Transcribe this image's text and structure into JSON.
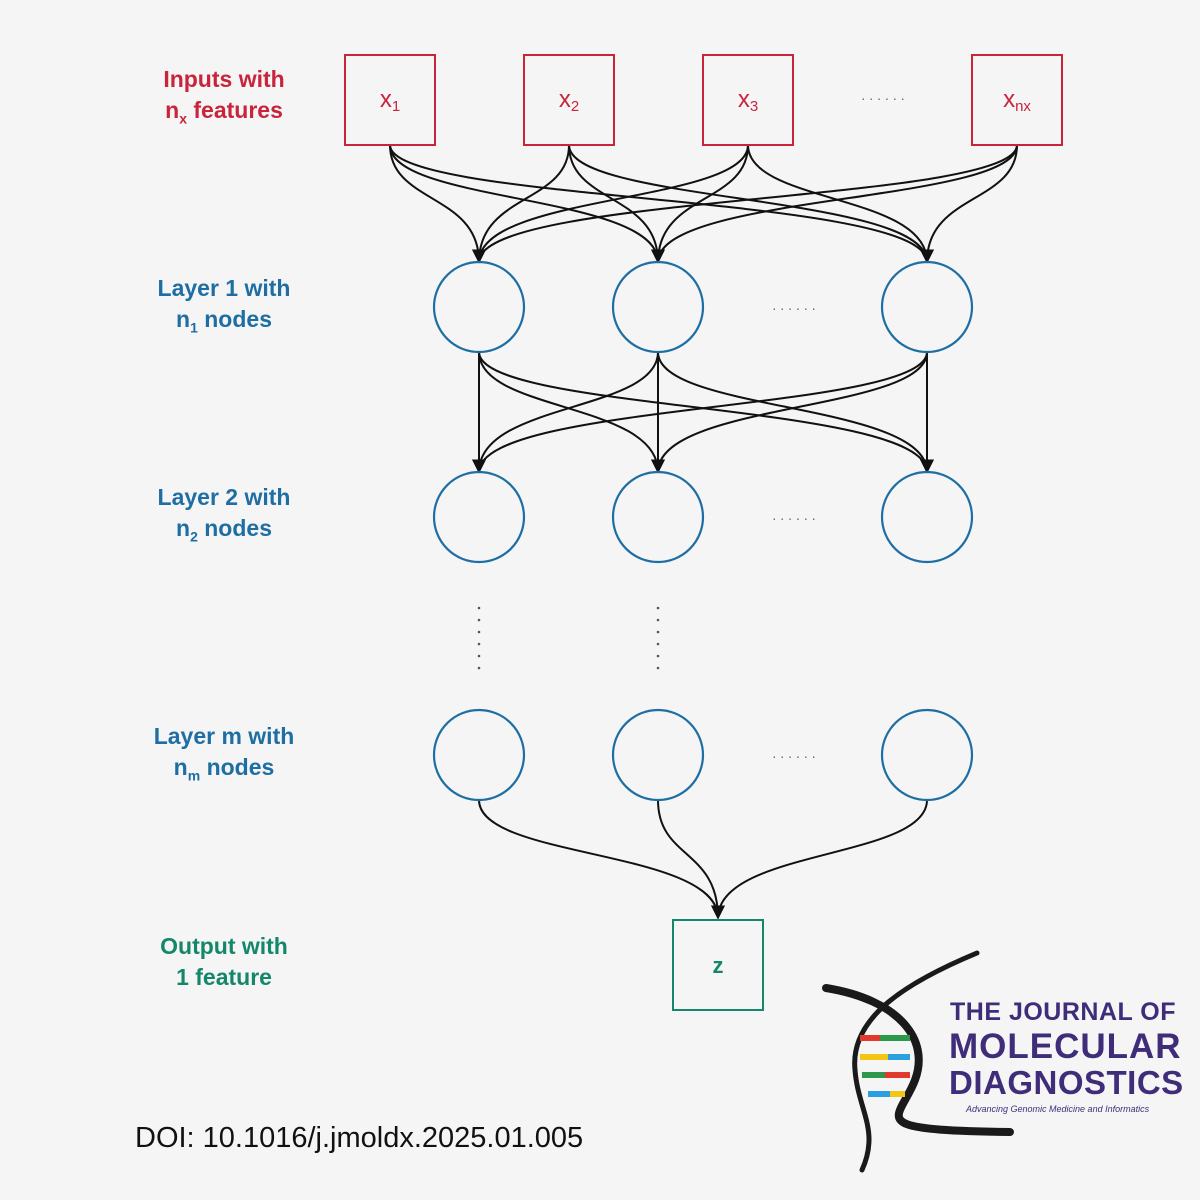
{
  "labels": {
    "inputs": {
      "line1": "Inputs with",
      "line2_main": "n",
      "line2_sub": "x",
      "line2_rest": " features"
    },
    "layer1": {
      "line1": "Layer 1 with",
      "line2_main": "n",
      "line2_sub": "1",
      "line2_rest": " nodes"
    },
    "layer2": {
      "line1": "Layer 2 with",
      "line2_main": "n",
      "line2_sub": "2",
      "line2_rest": " nodes"
    },
    "layerm": {
      "line1": "Layer m with",
      "line2_main": "n",
      "line2_sub": "m",
      "line2_rest": " nodes"
    },
    "output": {
      "line1": "Output with",
      "line2": "1 feature"
    }
  },
  "inputs": [
    {
      "main": "x",
      "sub": "1"
    },
    {
      "main": "x",
      "sub": "2"
    },
    {
      "main": "x",
      "sub": "3"
    },
    {
      "main": "x",
      "sub": "nx"
    }
  ],
  "ellipsis": "......",
  "output_node": "z",
  "doi": "DOI: 10.1016/j.jmoldx.2025.01.005",
  "logo": {
    "line1": "THE JOURNAL OF",
    "line2": "MOLECULAR",
    "line3": "DIAGNOSTICS",
    "tagline": "Advancing Genomic Medicine and Informatics"
  },
  "colors": {
    "input": "#c8243c",
    "hidden": "#1e6ea4",
    "output": "#14876a",
    "edge": "#111111",
    "logo": "#3f2d7a"
  }
}
